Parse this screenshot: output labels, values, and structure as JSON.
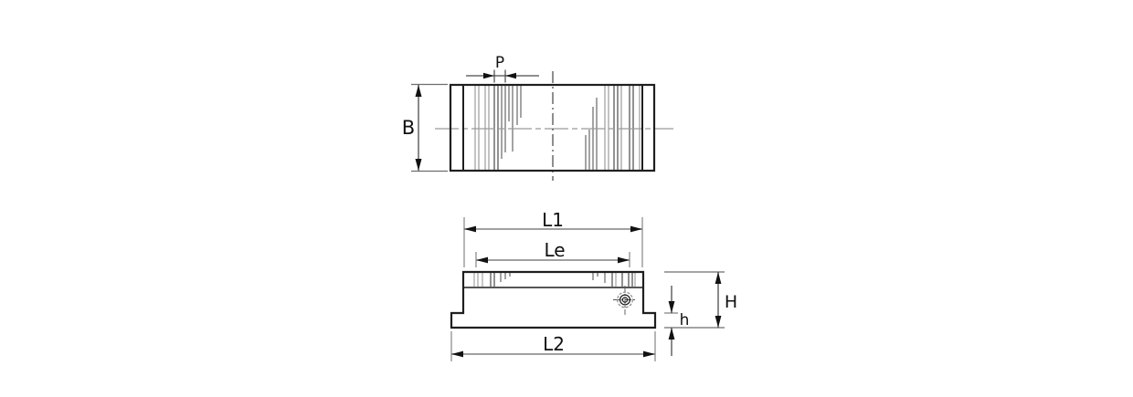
{
  "drawing": {
    "kind": "technical-drawing",
    "description": "Two-view engineering drawing of a rectangular magnetic clamping block: plan view (top) with pole pitch lines and side elevation (bottom) with stepped base flange and threaded port",
    "colors": {
      "background": "#ffffff",
      "outline": "#1f1f1f",
      "thin_line": "#3a3a3a",
      "gray_line": "#9b9b9b",
      "dimension_line": "#808080",
      "extension_line": "#6e6e6e",
      "arrow": "#111111",
      "text": "#111111"
    },
    "dimensions": {
      "p": "P",
      "b": "B",
      "l1": "L1",
      "le": "Le",
      "l2": "L2",
      "h_total": "H",
      "h_base": "h"
    }
  }
}
